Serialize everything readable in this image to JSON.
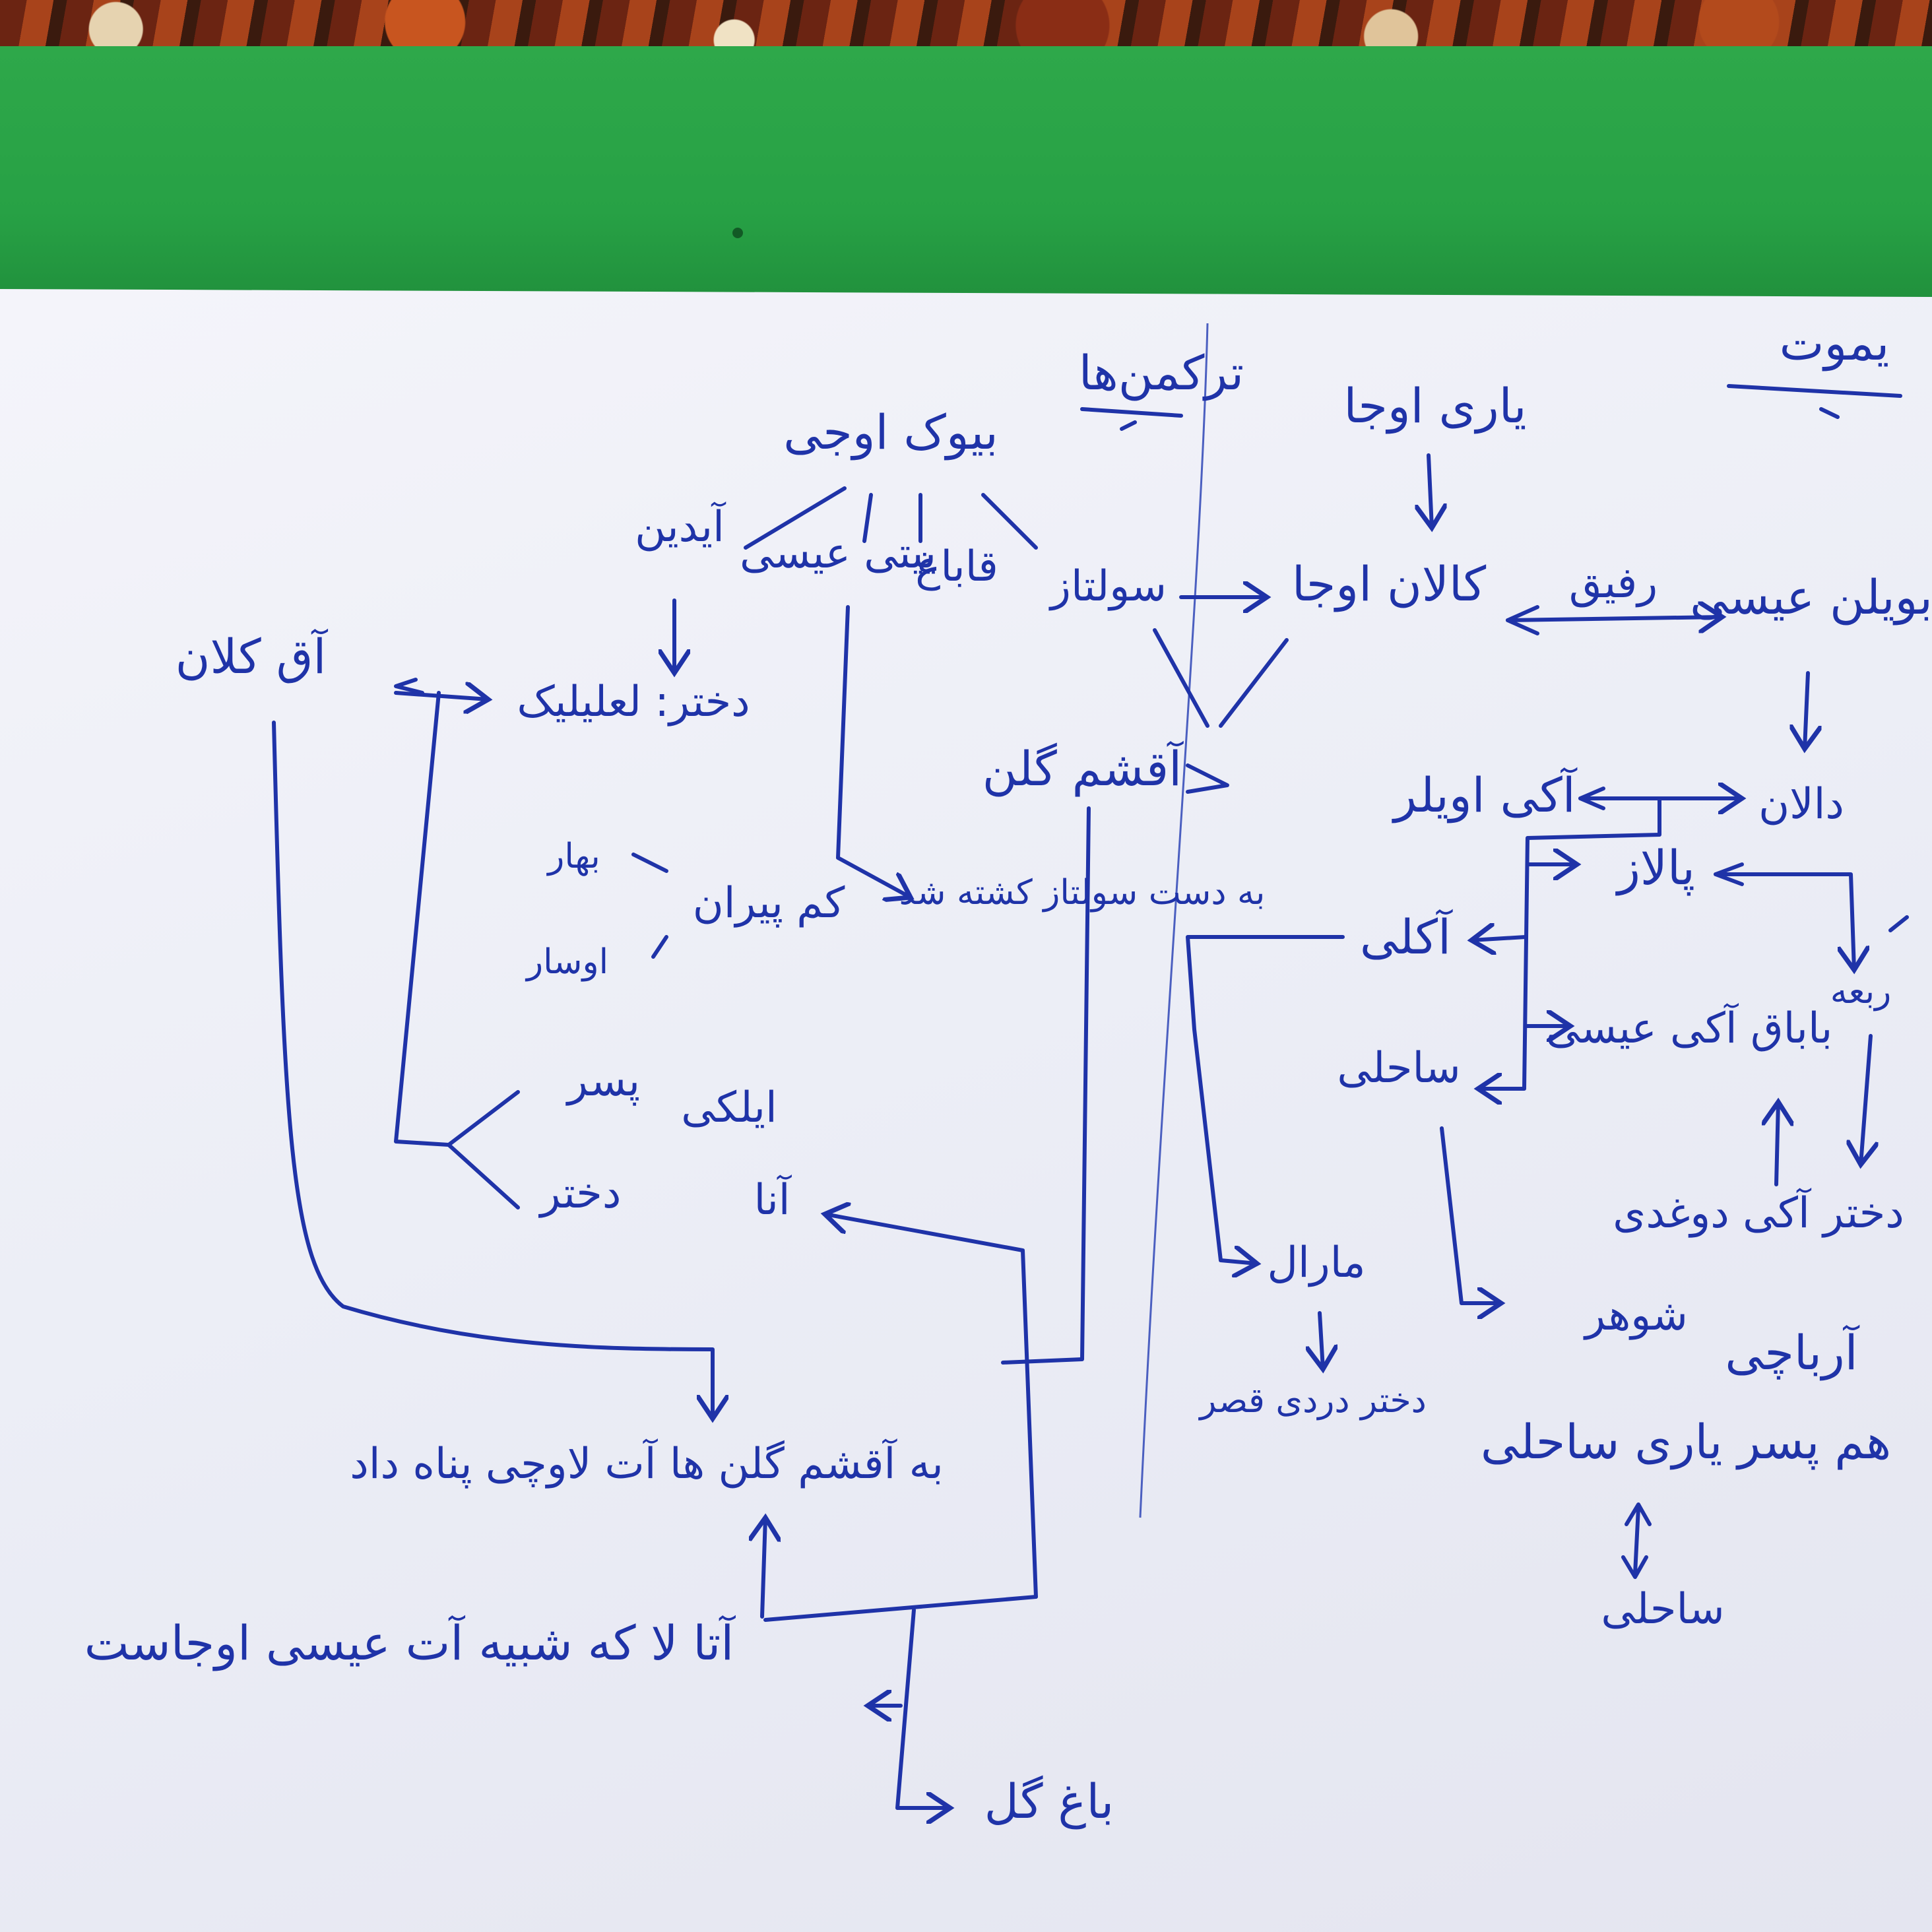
{
  "ink_color": "#1f33a8",
  "folder_color": "#2ea84a",
  "paper_color": "#eff0f7",
  "headings": {
    "turkmen": "ترکمن‌ها",
    "yomut": "یموت"
  },
  "nodes": {
    "bionajar": "بیوک اوجی",
    "aydin": "آیدین",
    "ghabagh": "قاباغ",
    "yiti_isi": "ییتی عیسی",
    "sultan": "سولتاز",
    "girl_telli": "دختر: لعلیلیک",
    "aghlan": "آق کلان",
    "akhsham": "آقشم گلن",
    "kam_piran": "کم پیران",
    "bahar": "بهار",
    "avsar": "اوسار",
    "killed": "به دست سولتاز کشته شد",
    "ilili": "ایلکی",
    "son": "پسر",
    "girl": "دختر",
    "anna": "آنا",
    "tahtesh": "به آقشم گلن ها آت لاوچی پناه داد",
    "ata_la": "آتا لا که شبیه آت عیسی اوجاست",
    "bagh_gol": "باغ گل",
    "yari_oja": "یاری اوجا",
    "kalan_oja": "کالان اوجا",
    "bulun_isi": "بویلن عیسی",
    "friend": "رفیق",
    "aki_ovlir": "آکی اویلر",
    "dallan": "دالان",
    "palaz": "پالاز",
    "aki_ii": "آکلی",
    "rabia": "ربعه",
    "baba_aki_isi": "باباق آکی عیسی",
    "sahili": "ساحلی",
    "girl_dorazi": "دختر آکی دوغدی",
    "maral": "مارال",
    "girl_dordi": "دختر دردی قصر",
    "husband": "شوهر",
    "arabaji": "آرباچی",
    "hum_yari": "هم پسر یاری ساحلی",
    "sahili2": "ساحلی"
  }
}
